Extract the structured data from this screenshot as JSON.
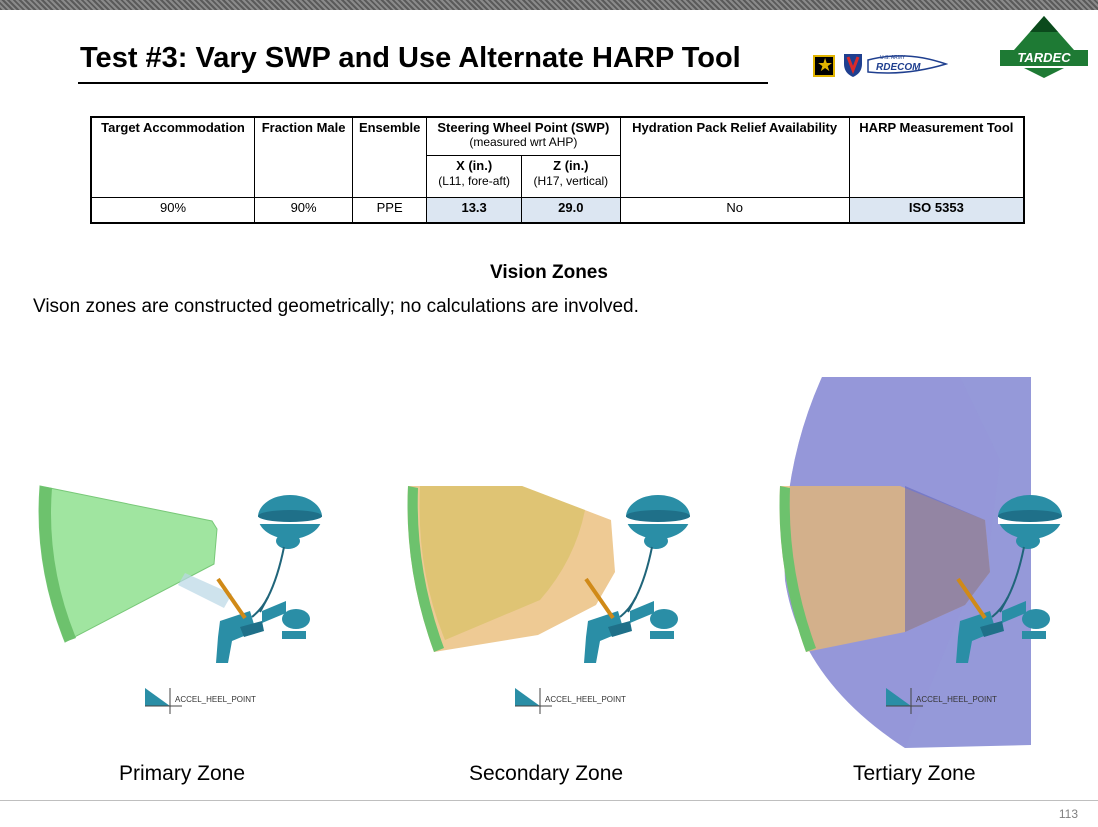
{
  "slide": {
    "title": "Test #3: Vary SWP and Use Alternate HARP Tool",
    "page_number": "113"
  },
  "logos": {
    "rdecom_top": "U.S. ARMY",
    "rdecom_name": "RDECOM",
    "army_text": "U.S. ARMY",
    "tardec_name": "TARDEC"
  },
  "table": {
    "headers": {
      "target_accommodation": "Target Accommodation",
      "fraction_male": "Fraction Male",
      "ensemble": "Ensemble",
      "swp": "Steering Wheel Point (SWP)",
      "swp_note": "(measured wrt AHP)",
      "x": "X (in.)",
      "x_note": "(L11, fore-aft)",
      "z": "Z (in.)",
      "z_note": "(H17, vertical)",
      "hydration": "Hydration Pack Relief Availability",
      "harp_tool": "HARP Measurement Tool"
    },
    "row": {
      "target_accommodation": "90%",
      "fraction_male": "90%",
      "ensemble": "PPE",
      "x": "13.3",
      "z": "29.0",
      "hydration": "No",
      "harp_tool": "ISO 5353"
    }
  },
  "vision": {
    "heading": "Vision Zones",
    "description": "Vison zones are constructed geometrically; no calculations are involved."
  },
  "zones": [
    {
      "label": "Primary Zone",
      "point_label": "ACCEL_HEEL_POINT"
    },
    {
      "label": "Secondary Zone",
      "point_label": "ACCEL_HEEL_POINT"
    },
    {
      "label": "Tertiary Zone",
      "point_label": "ACCEL_HEEL_POINT"
    }
  ],
  "colors": {
    "primary_zone": "#8fe08f",
    "secondary_zone": "#e8b870",
    "tertiary_zone": "#7b7fd0",
    "manikin": "#2a8ea6",
    "table_highlight": "#dce6f2"
  }
}
